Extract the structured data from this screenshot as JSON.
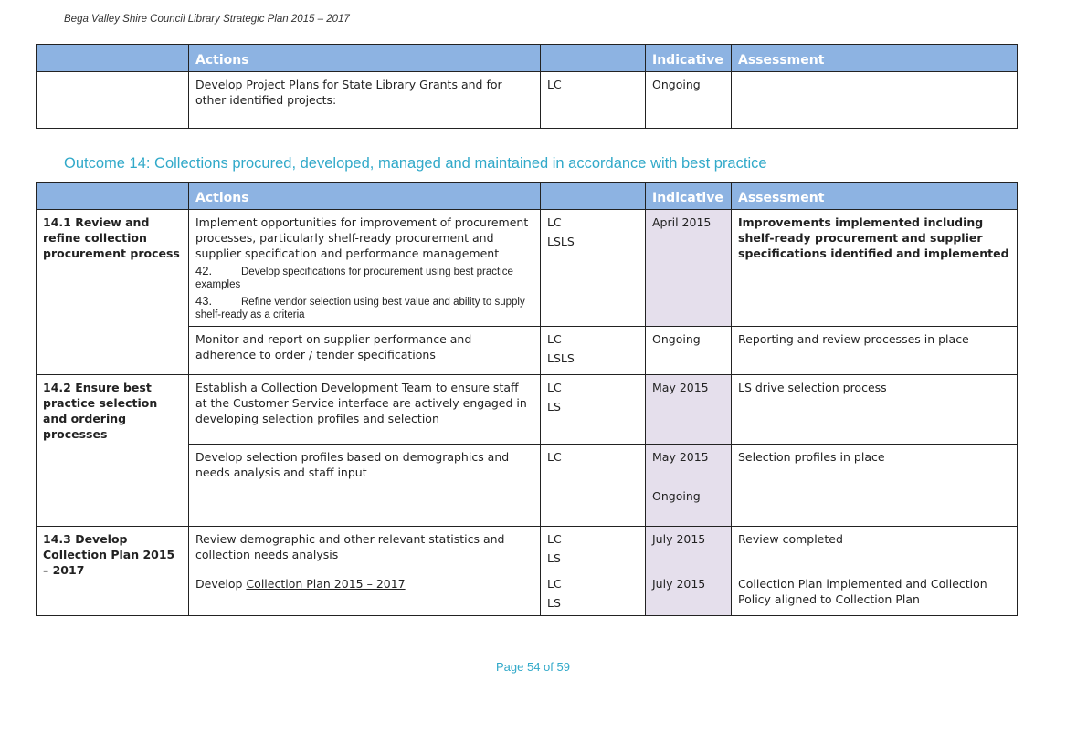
{
  "running_header": "Bega Valley Shire Council Library Strategic Plan 2015 – 2017",
  "columns": {
    "actions": "Actions",
    "indicative": "Indicative",
    "assessment": "Assessment"
  },
  "top_table": {
    "row": {
      "action": "Develop Project Plans for State Library Grants and for other identified projects:",
      "responsibility": "LC",
      "indicative": "Ongoing",
      "assessment": ""
    }
  },
  "outcome_title": "Outcome 14: Collections procured, developed, managed and maintained in accordance with best practice",
  "objectives": {
    "o1": {
      "label": "14.1 Review and refine collection procurement process",
      "rows": [
        {
          "action": "Implement opportunities for improvement of procurement processes, particularly shelf-ready procurement and supplier specification and performance management",
          "sub_items": [
            {
              "num": "42.",
              "text": "Develop specifications for procurement using best practice examples"
            },
            {
              "num": "43.",
              "text": "Refine vendor selection using best value and ability to supply shelf-ready as a criteria"
            }
          ],
          "responsibility": [
            "LC",
            "LSLS"
          ],
          "indicative": "April 2015",
          "assessment": "Improvements implemented  including shelf-ready procurement  and supplier specifications identified and implemented"
        },
        {
          "action": "Monitor and report on supplier performance and adherence to order / tender specifications",
          "responsibility": [
            "LC",
            "LSLS"
          ],
          "indicative": "Ongoing",
          "assessment": "Reporting and review processes in place"
        }
      ]
    },
    "o2": {
      "label": "14.2 Ensure best practice selection and ordering processes",
      "rows": [
        {
          "action": "Establish a Collection Development Team to ensure staff at the Customer Service interface are actively engaged in developing selection profiles and selection",
          "responsibility": [
            "LC",
            "LS"
          ],
          "indicative": "May 2015",
          "assessment": "LS drive selection process"
        },
        {
          "action": "Develop selection profiles based on demographics and needs analysis and staff input",
          "responsibility": [
            "LC"
          ],
          "indicative": [
            "May 2015",
            "Ongoing"
          ],
          "assessment": "Selection profiles in place"
        }
      ]
    },
    "o3": {
      "label": "14.3 Develop Collection Plan 2015 – 2017",
      "rows": [
        {
          "action": "Review demographic and other relevant statistics and collection needs analysis",
          "responsibility": [
            "LC",
            "LS"
          ],
          "indicative": "July 2015",
          "assessment": "Review completed"
        },
        {
          "action_prefix": "Develop ",
          "action_link": "Collection Plan 2015 – 2017",
          "responsibility": [
            "LC",
            "LS"
          ],
          "indicative": "July 2015",
          "assessment": "Collection Plan implemented  and Collection Policy aligned to Collection Plan"
        }
      ]
    }
  },
  "footer": "Page 54 of 59"
}
